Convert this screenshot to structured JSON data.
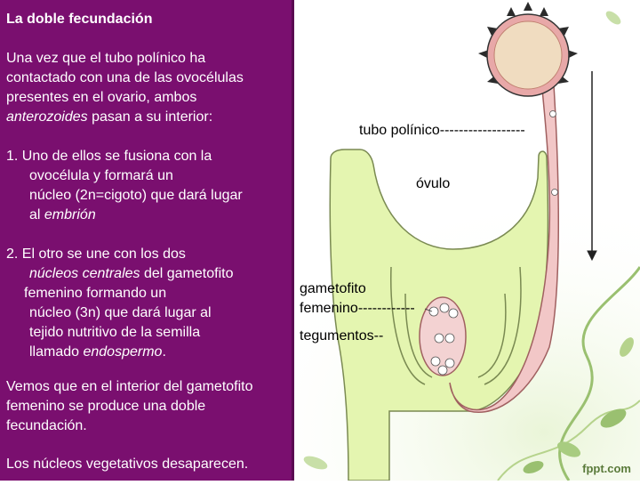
{
  "panel": {
    "title": "La doble fecundación",
    "intro": [
      "Una vez que el tubo polínico ha",
      "contactado con una de las ovocélulas",
      "presentes en el ovario, ambos"
    ],
    "intro_last_italic": "anterozoides",
    "intro_last_rest": " pasan a su interior:",
    "item1": [
      "1.  Uno de ellos se fusiona con la",
      "ovocélula y formará un",
      "núcleo (2n=cigoto) que dará lugar"
    ],
    "item1_last_prefix": "al ",
    "item1_last_italic": "embrión",
    "item2": [
      "2.  El otro se une con los dos"
    ],
    "item2_italic": "núcleos centrales",
    "item2_italic_suffix": " del gametofito",
    "item2_rest": [
      "femenino formando un",
      "núcleo (3n) que dará lugar al",
      "tejido nutritivo de la semilla"
    ],
    "item2_last_prefix": "llamado  ",
    "item2_last_italic": "endospermo",
    "item2_last_suffix": ".",
    "outro": [
      "Vemos que en el interior del gametofito",
      "femenino se produce una doble",
      "fecundación."
    ],
    "final": "Los núcleos vegetativos desaparecen."
  },
  "labels": {
    "tubo": "tubo polínico------------------",
    "ovulo": "óvulo",
    "gametofito_1": "gametofito",
    "gametofito_2": "femenino------------",
    "tegumentos": "tegumentos--"
  },
  "watermark": "fppt.com",
  "colors": {
    "panel_bg": "#7a0f6f",
    "ovule_fill": "#e4f5b0",
    "ovule_stroke": "#7a8a52",
    "tube_fill": "#f2c7c7",
    "tube_stroke": "#a06060",
    "pollen_fill": "#f0dcc0",
    "pollen_ring": "#e8a8a8"
  },
  "icons": [
    "pollen-grain-icon",
    "sperm-nucleus-icon",
    "down-arrow-icon"
  ]
}
